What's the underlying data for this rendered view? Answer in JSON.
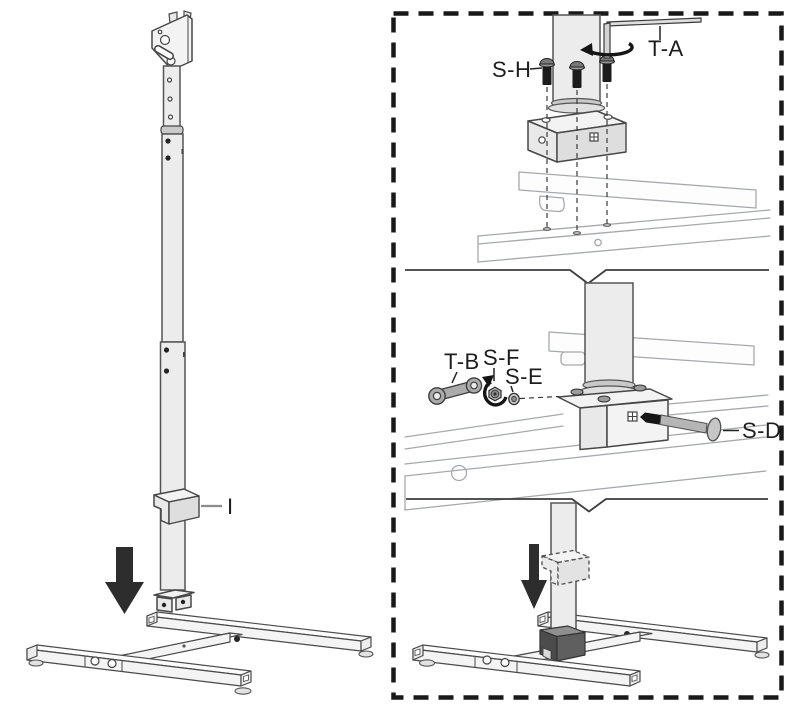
{
  "figure": {
    "kind": "furniture-assembly-instruction-diagram",
    "main_view": {
      "part_label": "I"
    },
    "steps": [
      {
        "id": 1,
        "labels": {
          "screws": "S-H",
          "allen_key": "T-A"
        }
      },
      {
        "id": 2,
        "labels": {
          "wrench": "T-B",
          "flange_nut": "S-F",
          "washer": "S-E",
          "bolt": "S-D"
        }
      },
      {
        "id": 3,
        "labels": {}
      }
    ],
    "colors": {
      "outline": "#4a4a4a",
      "frame_light": "#a6a9ab",
      "part_fill": "#ededed",
      "hardware_black": "#1c1c1c",
      "tool_gray": "#ababab",
      "socket_gray": "#4c4c4c",
      "arrow": "#2d2d2d",
      "label_text": "#1d1d1d",
      "panel_border": "#191919",
      "background": "#ffffff"
    }
  }
}
